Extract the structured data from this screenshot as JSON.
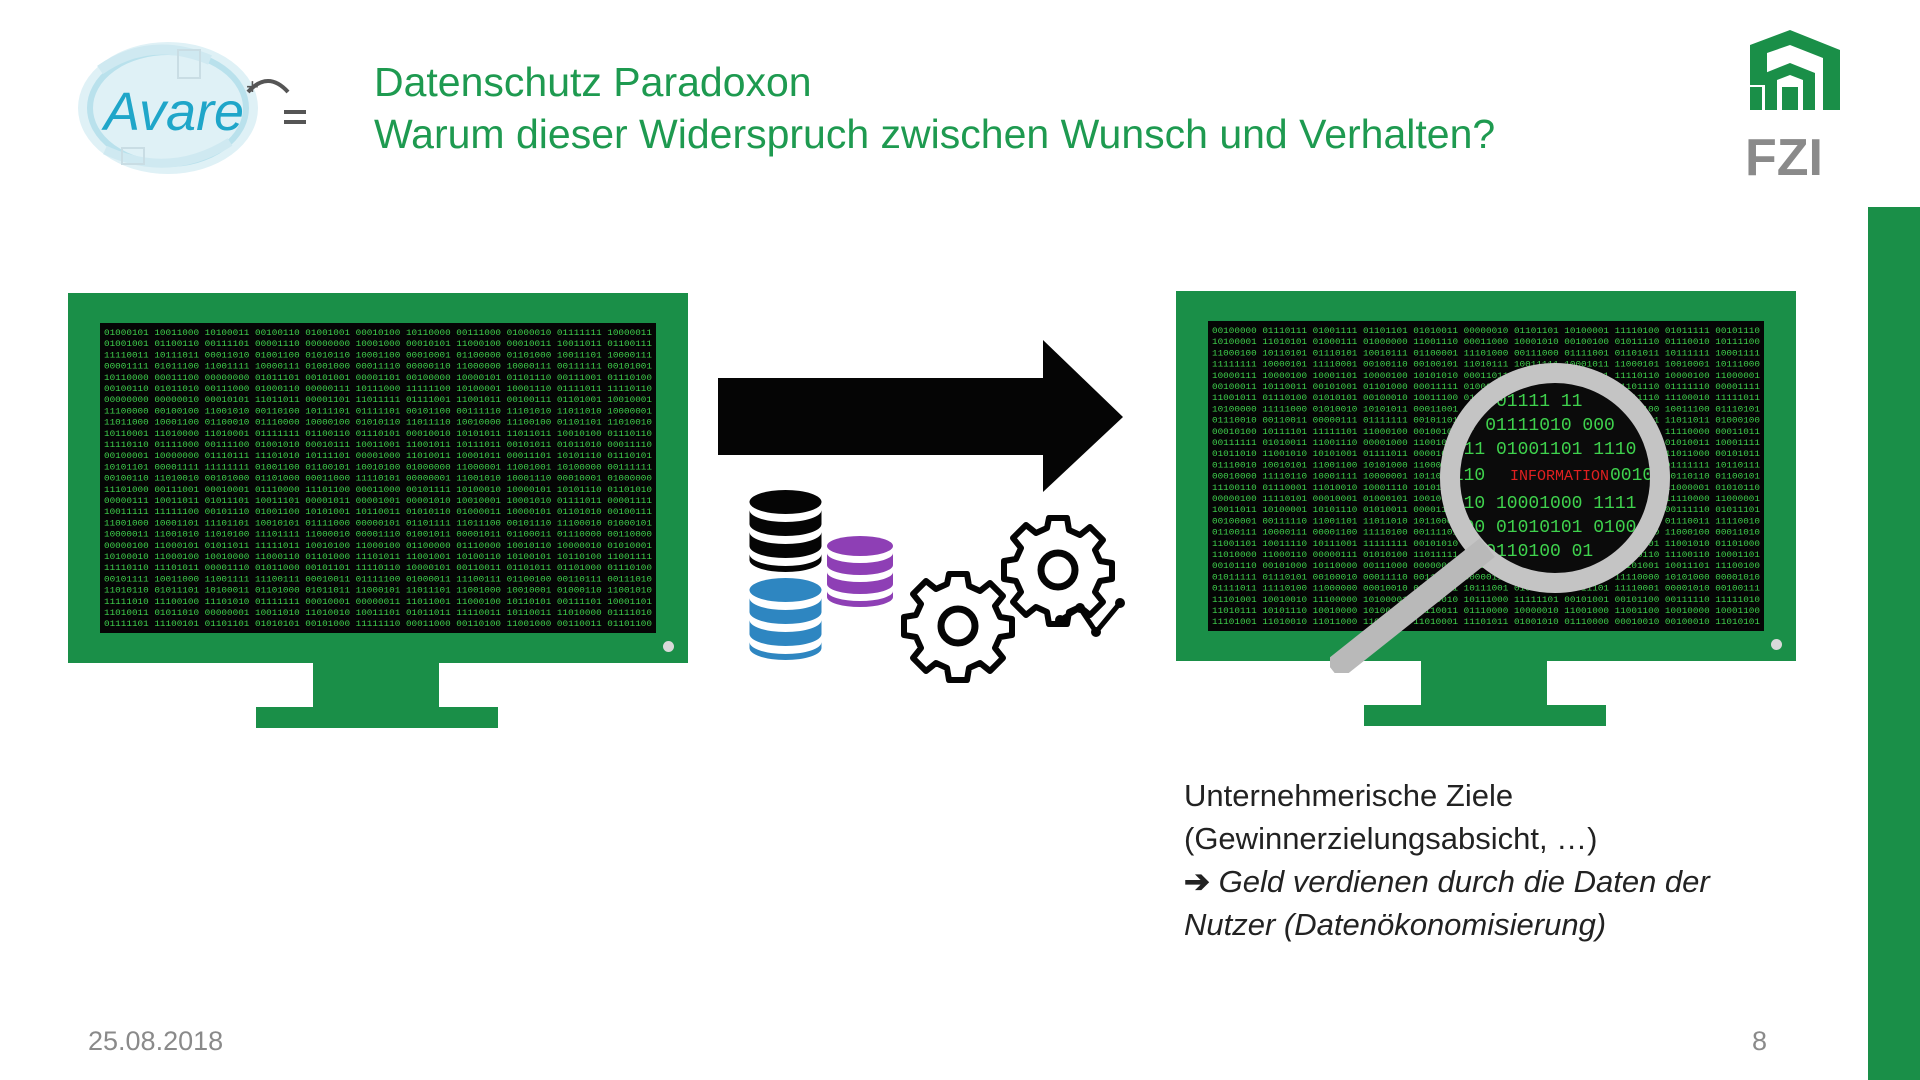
{
  "logos": {
    "left_text": "Avare",
    "right_text": "FZI"
  },
  "title": {
    "line1": "Datenschutz Paradoxon",
    "line2": "Warum dieser Widerspruch zwischen Wunsch und Verhalten?"
  },
  "caption": {
    "line1": "Unternehmerische Ziele",
    "line2": "(Gewinnerzielungsabsicht, …)",
    "arrow": "➔",
    "line3": " Geld verdienen durch die Daten der",
    "line4": "Nutzer (Datenökonomisierung)"
  },
  "magnifier_label": "INFORMATION",
  "footer": {
    "date": "25.08.2018",
    "page": "8"
  },
  "colors": {
    "brand_green": "#1a8f48",
    "title_green": "#1e9a50",
    "binary_green": "#3fd24d",
    "db_purple": "#8e3fb5",
    "db_blue": "#2e86c1",
    "info_red": "#e02020"
  },
  "icons": [
    "avare-logo",
    "fzi-logo",
    "arrow-right-icon",
    "database-icon",
    "gears-icon",
    "magnifier-icon"
  ]
}
